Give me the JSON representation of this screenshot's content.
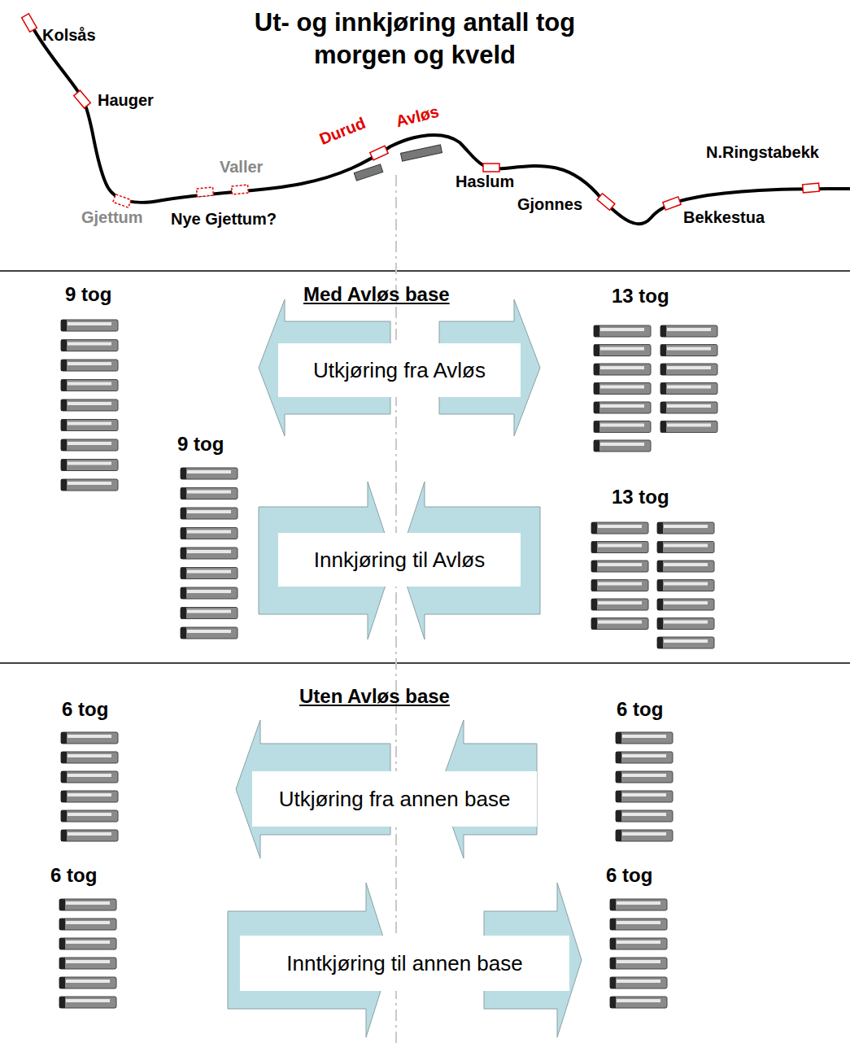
{
  "diagram": {
    "title": "Ut- og innkjøring antall tog morgen og kveld",
    "nodes": [
      {
        "text": [
          "Utkjøring fra Avløs"
        ]
      },
      {
        "text": [
          "Innkjøring til Avløs"
        ]
      },
      {
        "text": [
          "Utkjøring fra annen base"
        ]
      },
      {
        "text": [
          "Inntkjøring til annen base"
        ]
      }
    ],
    "labels": [
      "Kolsås",
      "Hauger",
      "Gjettum",
      "Nye Gjettum?",
      "Valler",
      "Durud",
      "Avløs",
      "Haslum",
      "Gjonnes",
      "Bekkestua",
      "N.Ringstabekk",
      "Med Avløs base",
      "9 tog",
      "13 tog",
      "9 tog",
      "13 tog",
      "Uten Avløs base",
      "6 tog",
      "6 tog",
      "6 tog",
      "6 tog"
    ]
  }
}
